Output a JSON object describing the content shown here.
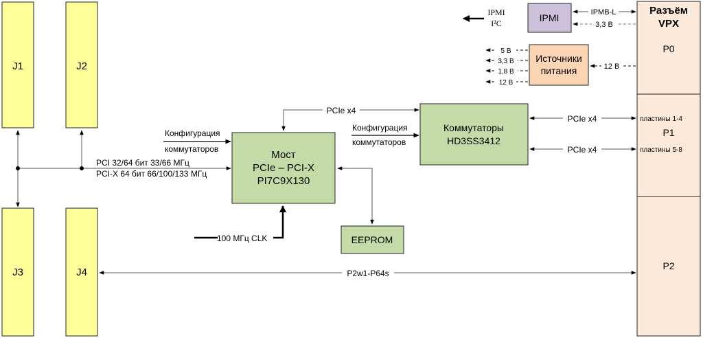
{
  "connectors": {
    "j1": "J1",
    "j2": "J2",
    "j3": "J3",
    "j4": "J4"
  },
  "vpx": {
    "title_line1": "Разъём",
    "title_line2": "VPX",
    "p0": "P0",
    "p1": "P1",
    "p2": "P2",
    "p1_plates_a": "пластины 1-4",
    "p1_plates_b": "пластины 5-8"
  },
  "ipmi": {
    "box": "IPMI",
    "ext_line1": "IPMI",
    "ext_line2": "I²C",
    "ipmb": "IPMB-L",
    "v33": "3,3 В"
  },
  "power": {
    "line1": "Источники",
    "line2": "питания",
    "input": "12 В",
    "outputs": [
      "5 В",
      "3,3 В",
      "1,8 В",
      "12 В"
    ]
  },
  "bridge": {
    "line1": "Мост",
    "line2": "PCIe – PCI-X",
    "line3": "PI7C9X130"
  },
  "switches": {
    "line1": "Коммутаторы",
    "line2": "HD3SS3412"
  },
  "eeprom": "EEPROM",
  "labels": {
    "config_line1": "Конфигурация",
    "config_line2": "коммутаторов",
    "pci_line1": "PCI 32/64 бит 33/66 МГц",
    "pci_line2": "PCI-X 64 бит 66/100/133 МГц",
    "pcie_top": "PCIe x4",
    "pcie_p1a": "PCIe x4",
    "pcie_p1b": "PCIe x4",
    "clk": "100 МГц CLK",
    "p2_bus": "P2w1-P64s"
  },
  "colors": {
    "connector_fill": "#ffff99",
    "block_fill": "#c4dba8",
    "ipmi_fill": "#ccc0da",
    "power_fill": "#fcd5b4",
    "vpx_fill": "#fde9d9"
  }
}
